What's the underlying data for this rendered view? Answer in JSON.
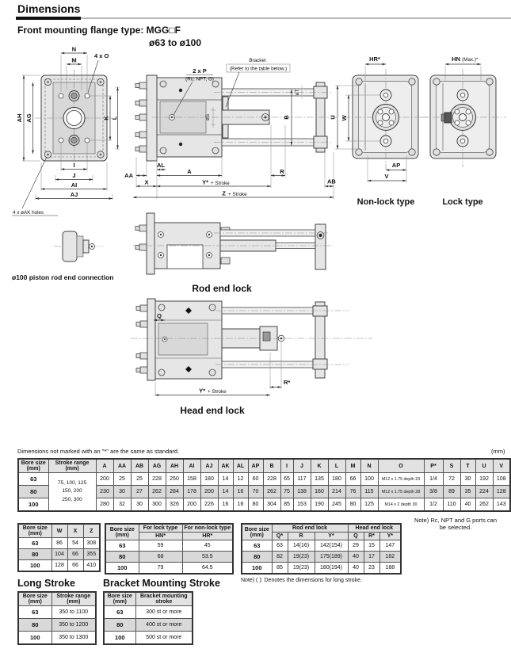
{
  "page": {
    "title": "Dimensions",
    "subtitle": "Front mounting flange type: MGG□F",
    "bore_range": "ø63 to ø100"
  },
  "colors": {
    "line": "#333333",
    "drawing_fill": "#e6e6e6",
    "table_header_bg": "#e2e2e2",
    "shaded_row_bg": "#d9d9d9"
  },
  "front": {
    "n": "N",
    "m": "M",
    "four_o": "4 x O",
    "ah": "AH",
    "ag": "AG",
    "k": "K",
    "l": "L",
    "i": "I",
    "j": "J",
    "ai": "AI",
    "aj": "AJ",
    "ak": "4 x øAK holes"
  },
  "side": {
    "p": "2 x P",
    "p_sub": "(Rc, NPT, G)",
    "bracket": "Bracket",
    "bracket_sub": "(Refer to the table below.)",
    "os": "øS",
    "ot": "øT",
    "b": "B",
    "aa": "AA",
    "al": "AL",
    "a": "A",
    "r": "R",
    "x": "X",
    "y": "Y*",
    "y_sub": "+ Stroke",
    "ab": "AB",
    "z": "Z",
    "z_sub": "+ Stroke"
  },
  "end": {
    "hr": "HR*",
    "hn": "HN",
    "hn_sub": "(Max.)*",
    "u": "U",
    "w": "W",
    "ap": "AP",
    "v": "V",
    "nonlock": "Non-lock type",
    "lock": "Lock type"
  },
  "misc": {
    "piston": "ø100 piston rod end connection",
    "rod_lock": "Rod end lock",
    "head_lock": "Head end lock",
    "q": "Q",
    "r": "R*",
    "y": "Y*",
    "y_sub": "+ Stroke"
  },
  "notes": {
    "standard": "Dimensions not marked with an \"*\" are the same as standard.",
    "unit": "(mm)",
    "ports": "Note) Rc, NPT and G ports can\nbe selected.",
    "long_stroke": "Note) ( ): Denotes the dimensions for long stroke."
  },
  "sections": {
    "long_stroke": "Long Stroke",
    "bracket": "Bracket Mounting Stroke"
  },
  "tables": {
    "main": {
      "headers": [
        "Bore size\n(mm)",
        "Stroke range\n(mm)",
        "A",
        "AA",
        "AB",
        "AG",
        "AH",
        "AI",
        "AJ",
        "AK",
        "AL",
        "AP",
        "B",
        "I",
        "J",
        "K",
        "L",
        "M",
        "N",
        "O",
        "P*",
        "S",
        "T",
        "U",
        "V"
      ],
      "rows": [
        [
          "63",
          {
            "t": "75, 100, 125\n150, 200\n250, 300",
            "rs": 3,
            "c": "stroke"
          },
          "200",
          "25",
          "25",
          "228",
          "250",
          "158",
          "180",
          "14",
          "12",
          "60",
          "228",
          "65",
          "117",
          "135",
          "180",
          "66",
          "100",
          {
            "t": "M12 x 1.75 depth 23",
            "c": "sm"
          },
          "1/4",
          "72",
          "30",
          "192",
          "108"
        ],
        [
          "80",
          "230",
          "30",
          "27",
          "262",
          "284",
          "178",
          "200",
          "14",
          "16",
          "70",
          "262",
          "75",
          "138",
          "160",
          "214",
          "76",
          "115",
          {
            "t": "M12 x 1.75 depth 28",
            "c": "sm"
          },
          "3/8",
          "89",
          "35",
          "224",
          "128"
        ],
        [
          "100",
          "280",
          "32",
          "30",
          "300",
          "326",
          "200",
          "226",
          "16",
          "16",
          "80",
          "304",
          "85",
          "153",
          "190",
          "245",
          "80",
          "125",
          {
            "t": "M14 x 2 depth 30",
            "c": "sm"
          },
          "1/2",
          "110",
          "40",
          "262",
          "143"
        ]
      ]
    },
    "wxz": {
      "headers": [
        "Bore size\n(mm)",
        "W",
        "X",
        "Z"
      ],
      "rows": [
        [
          "63",
          "86",
          "54",
          "308"
        ],
        [
          "80",
          "104",
          "66",
          "355"
        ],
        [
          "100",
          "128",
          "66",
          "410"
        ]
      ]
    },
    "hnhr": {
      "header_bore": "Bore size\n(mm)",
      "header_lock": "For lock type",
      "header_nonlock": "For non-lock type",
      "header_hn": "HN*",
      "header_hr": "HR*",
      "rows": [
        [
          "63",
          "59",
          "45"
        ],
        [
          "80",
          "68",
          "53.5"
        ],
        [
          "100",
          "79",
          "64.5"
        ]
      ]
    },
    "endlock": {
      "header_bore": "Bore size\n(mm)",
      "header_rod": "Rod end lock",
      "header_head": "Head end lock",
      "sub": [
        "Q*",
        "R",
        "Y*",
        "Q",
        "R*",
        "Y*"
      ],
      "rows": [
        [
          "63",
          "63",
          "14(16)",
          "142(154)",
          "29",
          "15",
          "147"
        ],
        [
          "80",
          "82",
          "19(23)",
          "175(189)",
          "40",
          "17",
          "182"
        ],
        [
          "100",
          "85",
          "19(23)",
          "180(194)",
          "40",
          "23",
          "188"
        ]
      ]
    },
    "long": {
      "headers": [
        "Bore size\n(mm)",
        "Stroke range\n(mm)"
      ],
      "rows": [
        [
          "63",
          "350 to 1100"
        ],
        [
          "80",
          "350 to 1200"
        ],
        [
          "100",
          "350 to 1300"
        ]
      ]
    },
    "bracket": {
      "headers": [
        "Bore size\n(mm)",
        "Bracket mounting\nstroke"
      ],
      "rows": [
        [
          "63",
          "300 st or more"
        ],
        [
          "80",
          "400 st or more"
        ],
        [
          "100",
          "500 st or more"
        ]
      ]
    }
  }
}
